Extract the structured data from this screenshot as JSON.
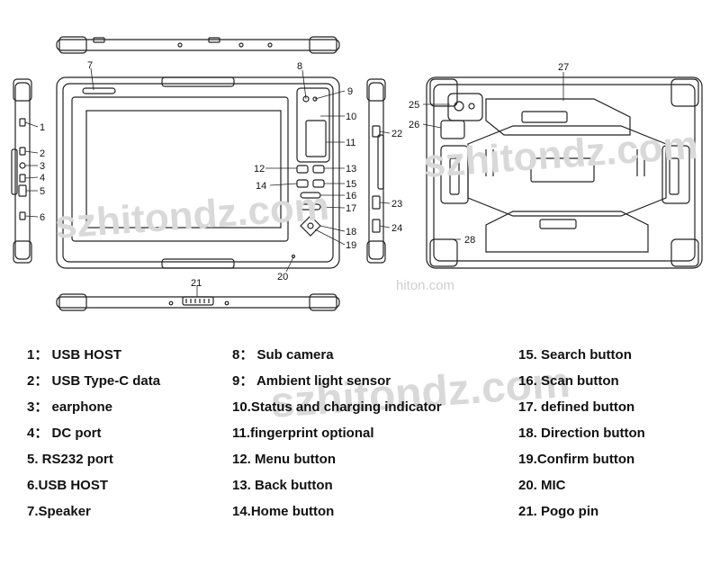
{
  "watermarks": {
    "top": "szhitondz.com",
    "site": "hiton.com",
    "bottom": "szhitondz.com"
  },
  "callouts": {
    "c1": "1",
    "c2": "2",
    "c3": "3",
    "c4": "4",
    "c5": "5",
    "c6": "6",
    "c7": "7",
    "c8": "8",
    "c9": "9",
    "c10": "10",
    "c11": "11",
    "c12": "12",
    "c13": "13",
    "c14": "14",
    "c15": "15",
    "c16": "16",
    "c17": "17",
    "c18": "18",
    "c19": "19",
    "c20": "20",
    "c21": "21",
    "c22": "22",
    "c23": "23",
    "c24": "24",
    "c25": "25",
    "c26": "26",
    "c27": "27",
    "c28": "28"
  },
  "legend": {
    "col1": [
      "1： USB HOST",
      "2： USB Type-C data",
      "3： earphone",
      "4： DC port",
      "5. RS232 port",
      "6.USB HOST",
      "7.Speaker"
    ],
    "col2": [
      "8： Sub camera",
      "9： Ambient light sensor",
      "10.Status  and charging indicator",
      "11.fingerprint optional",
      "12. Menu button",
      "13. Back button",
      "14.Home button"
    ],
    "col3": [
      "15. Search button",
      "16. Scan button",
      "17. defined button",
      "18. Direction button",
      "19.Confirm button",
      "20. MIC",
      "21. Pogo pin"
    ]
  }
}
